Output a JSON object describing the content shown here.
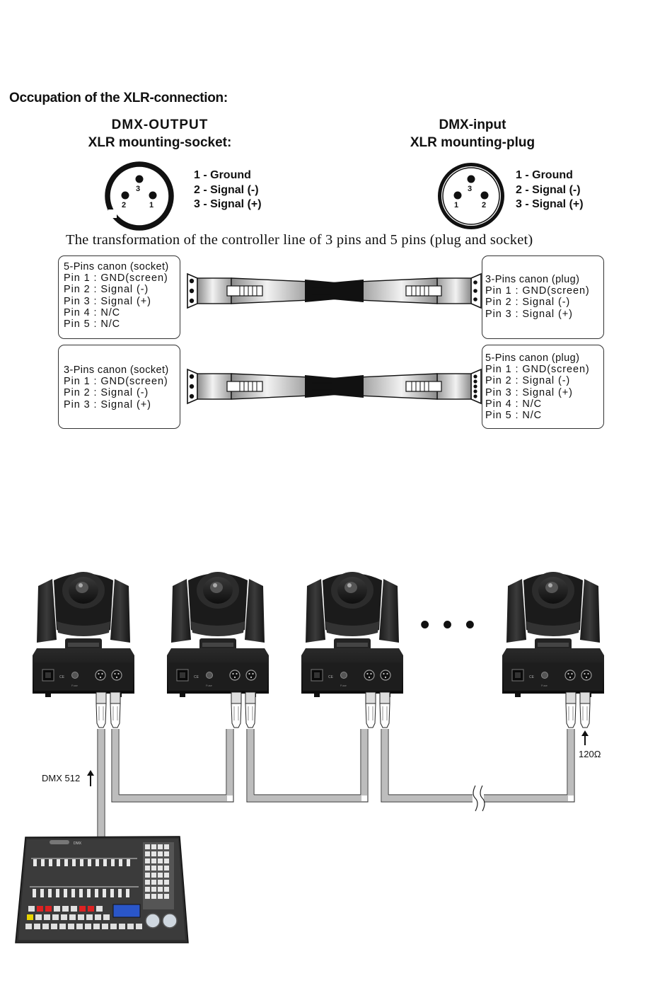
{
  "heading": "Occupation of the XLR-connection:",
  "output": {
    "title_line1": "DMX-OUTPUT",
    "title_line2": "XLR mounting-socket:",
    "pins": [
      "1 - Ground",
      "2 - Signal (-)",
      "3 - Signal (+)"
    ],
    "pin_numbers": [
      "3",
      "2",
      "1"
    ]
  },
  "input": {
    "title_line1": "DMX-input",
    "title_line2": "XLR mounting-plug",
    "pins": [
      "1 - Ground",
      "2 - Signal (-)",
      "3 - Signal (+)"
    ],
    "pin_numbers": [
      "3",
      "1",
      "2"
    ]
  },
  "transformation_caption": "The transformation of the controller line of 3 pins and 5 pins (plug and socket)",
  "adapters": [
    {
      "left": {
        "title": "5-Pins canon (socket)",
        "pins": [
          "Pin 1 : GND(screen)",
          "Pin 2 : Signal (-)",
          "Pin 3 : Signal (+)",
          "Pin 4 : N/C",
          "Pin 5 : N/C"
        ]
      },
      "right": {
        "title": "3-Pins canon (plug)",
        "pins": [
          "Pin 1 : GND(screen)",
          "Pin 2 : Signal (-)",
          "Pin 3 : Signal (+)"
        ]
      }
    },
    {
      "left": {
        "title": "3-Pins canon (socket)",
        "pins": [
          "Pin 1 : GND(screen)",
          "Pin 2 : Signal (-)",
          "Pin 3 : Signal (+)"
        ]
      },
      "right": {
        "title": "5-Pins canon (plug)",
        "pins": [
          "Pin 1 : GND(screen)",
          "Pin 2 : Signal (-)",
          "Pin 3 : Signal (+)",
          "Pin 4 : N/C",
          "Pin 5 : N/C"
        ]
      }
    }
  ],
  "chain": {
    "dmx_label": "DMX 512",
    "terminator_label": "120Ω",
    "fixture_count_shown": 4,
    "continuation": "• • •"
  }
}
